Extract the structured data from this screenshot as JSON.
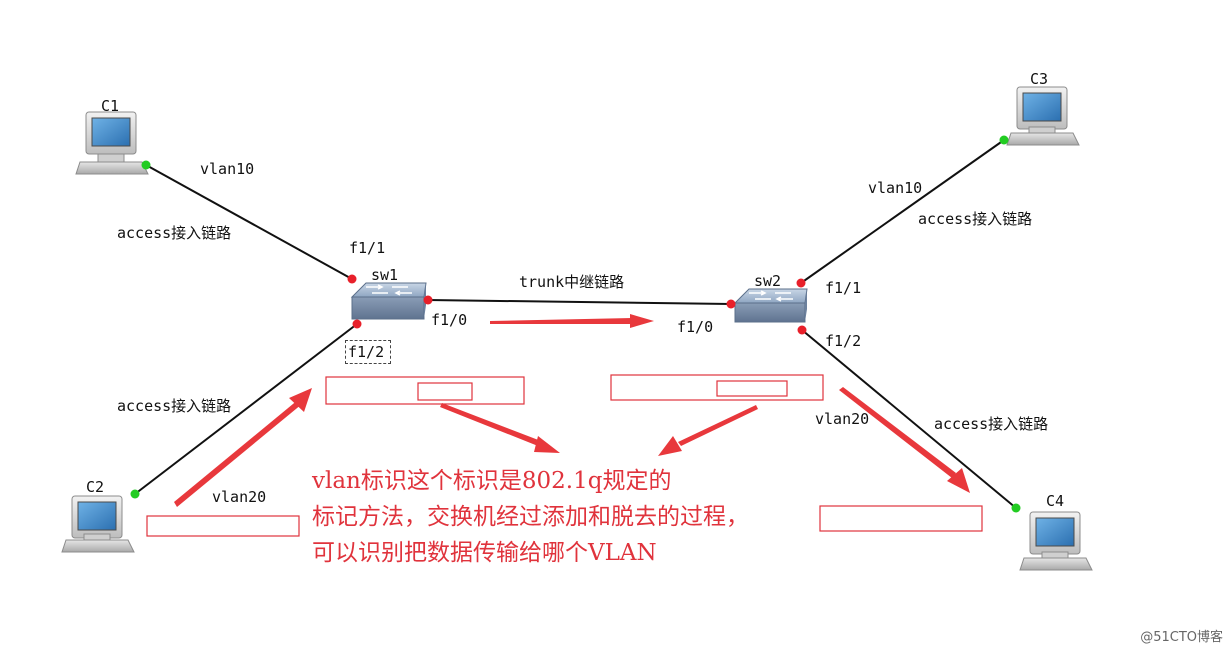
{
  "nodes": {
    "c1": "C1",
    "c2": "C2",
    "c3": "C3",
    "c4": "C4",
    "sw1": "sw1",
    "sw2": "sw2"
  },
  "links": {
    "c1_vlan": "vlan10",
    "c1_type": "access接入链路",
    "c2_vlan": "vlan20",
    "c2_type": "access接入链路",
    "c3_vlan": "vlan10",
    "c3_type": "access接入链路",
    "c4_vlan": "vlan20",
    "c4_type": "access接入链路",
    "trunk": "trunk中继链路"
  },
  "ports": {
    "sw1_f11": "f1/1",
    "sw1_f10": "f1/0",
    "sw1_f12": "f1/2",
    "sw2_f10": "f1/0",
    "sw2_f11": "f1/1",
    "sw2_f12": "f1/2"
  },
  "note": {
    "line1": "vlan标识这个标识是802.1q规定的",
    "line2": "标记方法，交换机经过添加和脱去的过程，",
    "line3": "可以识别把数据传输给哪个VLAN"
  },
  "watermark": "@51CTO博客",
  "colors": {
    "port_active": "#22cc22",
    "port_inactive": "#e8202a",
    "arrow": "#e8383c",
    "frame_box": "#e0333c",
    "link": "#111111"
  }
}
